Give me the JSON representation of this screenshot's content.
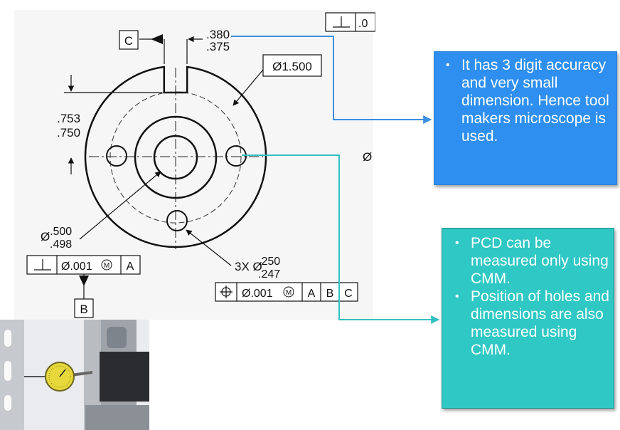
{
  "drawing": {
    "datum_c": "C",
    "datum_b": "B",
    "slot_dim_upper": ".380",
    "slot_dim_lower": ".375",
    "outer_diameter": "Ø1.500",
    "height_upper": ".753",
    "height_lower": ".750",
    "bore_prefix": "Ø",
    "bore_upper": ".500",
    "bore_lower": ".498",
    "holes_prefix": "3X Ø",
    "holes_upper": ".250",
    "holes_lower": ".247",
    "top_frame_value": ".0",
    "stray_symbol": "Ø",
    "fcf_perp": {
      "symbol": "⊥",
      "tolerance": "Ø.001",
      "modifier": "M",
      "datum": "A"
    },
    "fcf_position": {
      "symbol": "⌖",
      "tolerance": "Ø.001",
      "modifier": "M",
      "datum_1": "A",
      "datum_2": "B",
      "datum_3": "C"
    }
  },
  "callout_blue": {
    "bullets": [
      "It has 3 digit accuracy and very small dimension. Hence tool makers microscope is used."
    ]
  },
  "callout_teal": {
    "bullets": [
      "PCD can be measured only using CMM.",
      "Position of holes and dimensions are also measured using CMM."
    ]
  },
  "colors": {
    "blue_box": "#2e8ff0",
    "teal_box": "#30c8c4",
    "blue_connector": "#3d8fe0",
    "teal_connector": "#33c0c0",
    "dial_face": "#e6d83a"
  }
}
